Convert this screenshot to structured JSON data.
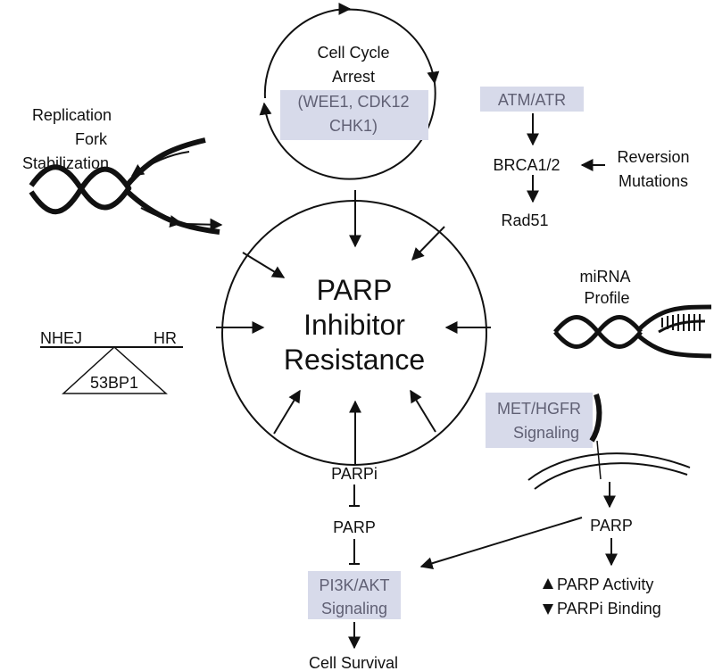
{
  "center": {
    "line1": "PARP",
    "line2": "Inhibitor",
    "line3": "Resistance"
  },
  "cell_cycle": {
    "line1": "Cell Cycle",
    "line2": "Arrest",
    "line3": "(WEE1, CDK12",
    "line4": "CHK1)"
  },
  "replication": {
    "line1": "Replication",
    "line2": "Fork",
    "line3": "Stabilization"
  },
  "atm": {
    "box": "ATM/ATR",
    "brca": "BRCA1/2",
    "rad51": "Rad51",
    "rev1": "Reversion",
    "rev2": "Mutations"
  },
  "mirna": {
    "line1": "miRNA",
    "line2": "Profile"
  },
  "repair": {
    "nhej": "NHEJ",
    "hr": "HR",
    "fulcrum": "53BP1"
  },
  "met": {
    "line1": "MET/HGFR",
    "line2": "Signaling",
    "parp": "PARP",
    "activity": "PARP Activity",
    "binding": "PARPi Binding"
  },
  "pathway": {
    "parpi": "PARPi",
    "parp": "PARP",
    "pi3k1": "PI3K/AKT",
    "pi3k2": "Signaling",
    "survival": "Cell Survival"
  },
  "colors": {
    "highlight_box": "#d7daea",
    "highlight_text": "#606074",
    "ink": "#111111"
  }
}
